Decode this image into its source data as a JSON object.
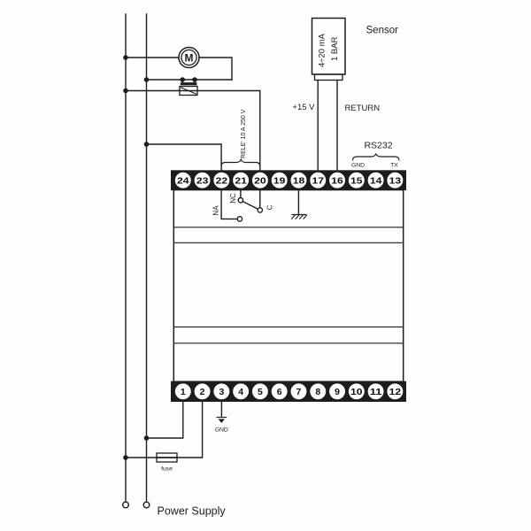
{
  "diagram": {
    "power": {
      "label": "Power Supply",
      "fuse_label": "fuse"
    },
    "motor": {
      "label": "M"
    },
    "relay": {
      "rating": "RELE' 10 A 250 V",
      "na": "NA",
      "nc": "NC",
      "c": "C"
    },
    "sensor": {
      "title": "Sensor",
      "range": "4÷20 mA",
      "pressure": "1 BAR",
      "supply": "+15 V",
      "return": "RETURN"
    },
    "rs232": {
      "title": "RS232",
      "gnd": "GND",
      "tx": "TX"
    },
    "ground": {
      "label": "GND"
    },
    "terminals": {
      "top": [
        "24",
        "23",
        "22",
        "21",
        "20",
        "19",
        "18",
        "17",
        "16",
        "15",
        "14",
        "13"
      ],
      "bottom": [
        "1",
        "2",
        "3",
        "4",
        "5",
        "6",
        "7",
        "8",
        "9",
        "10",
        "11",
        "12"
      ]
    }
  },
  "colors": {
    "line": "#1d1d1d",
    "background": "#ffffff"
  }
}
